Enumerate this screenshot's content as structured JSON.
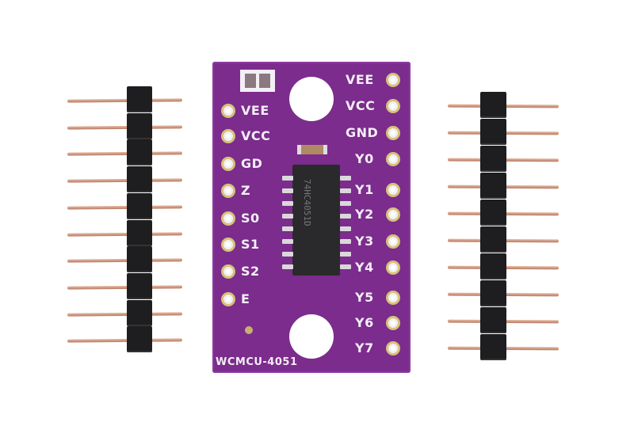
{
  "board": {
    "name": "WCMCU-4051",
    "color": "#7b2c8c",
    "left_labels": [
      "VEE",
      "VCC",
      "GD",
      "Z",
      "S0",
      "S1",
      "S2",
      "E"
    ],
    "right_labels": [
      "VEE",
      "VCC",
      "GND",
      "Y0",
      "Y1",
      "Y2",
      "Y3",
      "Y4",
      "Y5",
      "Y6",
      "Y7"
    ],
    "chip_marking": "74HC4051D"
  },
  "headers": {
    "pin_count": 10
  }
}
